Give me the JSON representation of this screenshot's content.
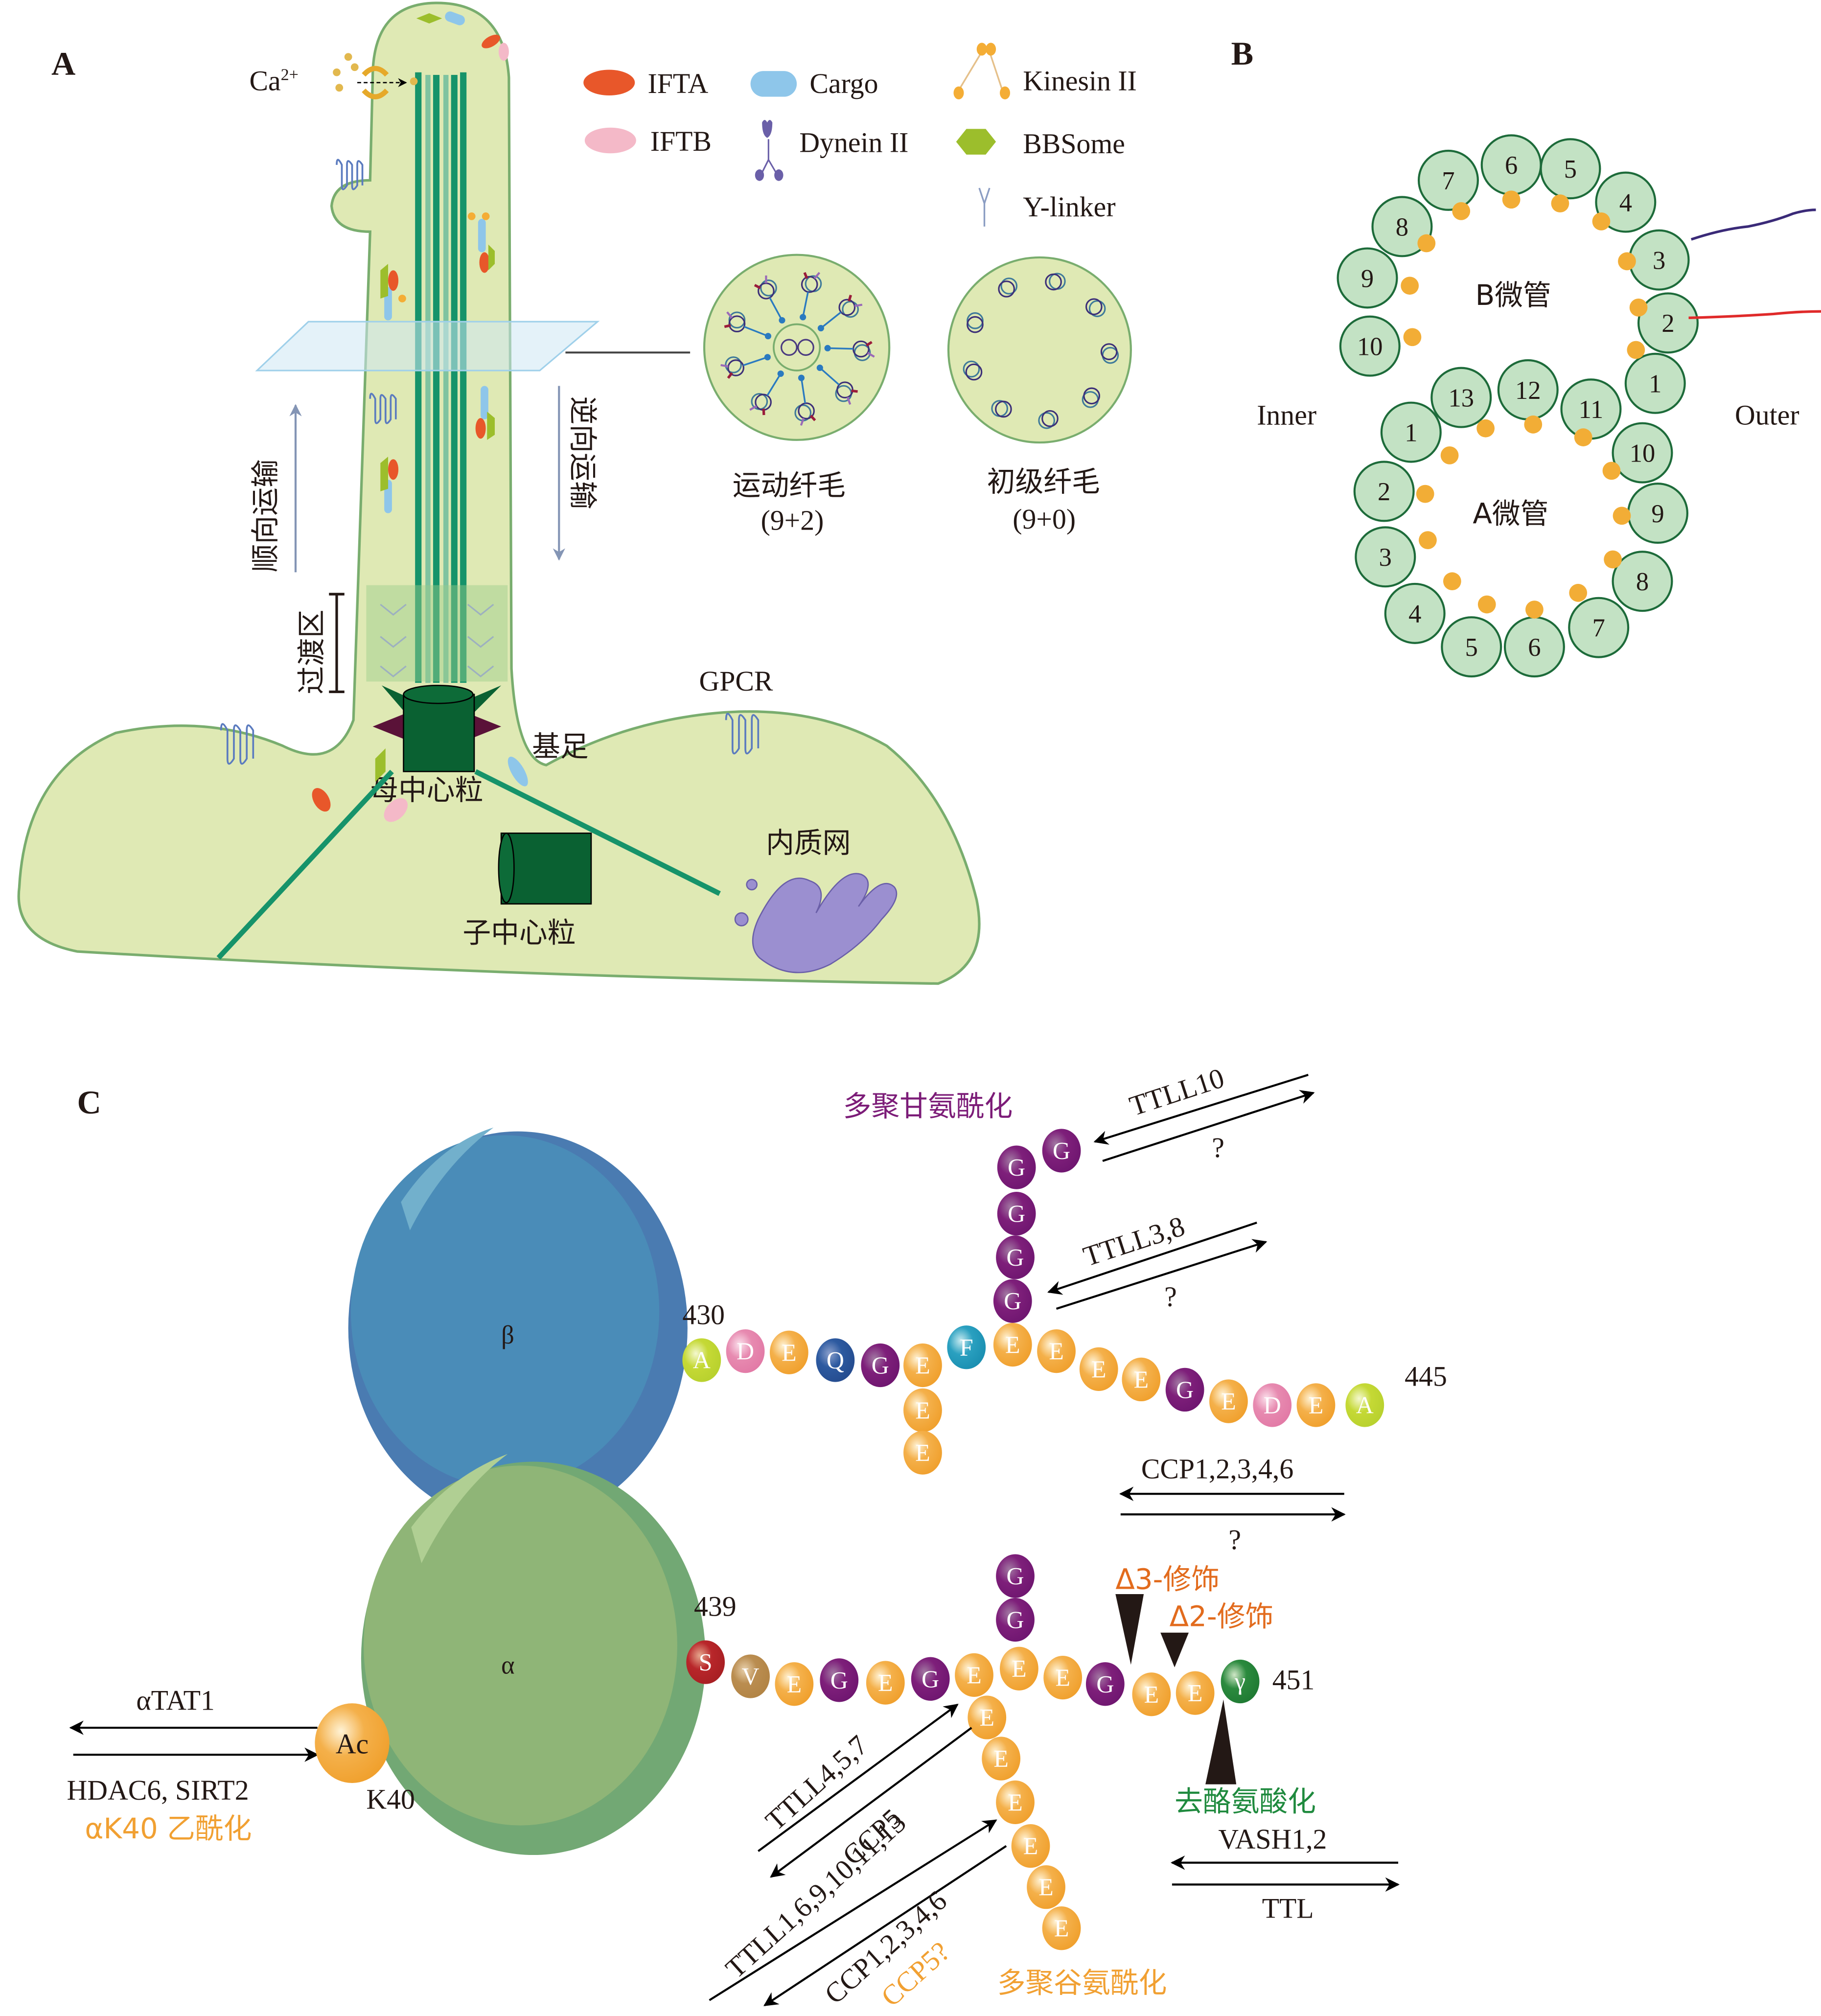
{
  "panels": {
    "A": {
      "label": "A",
      "calcium_label": "Ca",
      "calcium_superscript": "2+",
      "legend": [
        {
          "key": "ifta",
          "label": "IFTA",
          "color": "#e8572a",
          "icon": "red-ellipse"
        },
        {
          "key": "cargo",
          "label": "Cargo",
          "color": "#8ec6ea",
          "icon": "blue-rounded-rect"
        },
        {
          "key": "kinesin",
          "label": "Kinesin II",
          "color": "#f4ad35",
          "icon": "kinesin-motor"
        },
        {
          "key": "iftb",
          "label": "IFTB",
          "color": "#f4b9c8",
          "icon": "pink-ellipse"
        },
        {
          "key": "dynein",
          "label": "Dynein II",
          "color": "#6a5fa8",
          "icon": "dynein-motor"
        },
        {
          "key": "bbsome",
          "label": "BBSome",
          "color": "#9cbe2c",
          "icon": "green-hexagon"
        },
        {
          "key": "ylinker",
          "label": "Y-linker",
          "color": "#8b9dc3",
          "icon": "y-linker"
        }
      ],
      "anterograde_label": "顺向运输",
      "retrograde_label": "逆向运输",
      "transition_zone_label": "过渡区",
      "basal_body_label": "基足",
      "mother_centriole_label": "母中心粒",
      "daughter_centriole_label": "子中心粒",
      "gpcr_label": "GPCR",
      "er_label": "内质网",
      "cross_sections": [
        {
          "title": "运动纤毛",
          "subtitle": "(9+2)"
        },
        {
          "title": "初级纤毛",
          "subtitle": "(9+0)"
        }
      ]
    },
    "B": {
      "label": "B",
      "inner_label": "Inner",
      "outer_label": "Outer",
      "b_tubule_label": "B微管",
      "a_tubule_label": "A微管",
      "b_protofilaments": [
        "1",
        "2",
        "3",
        "4",
        "5",
        "6",
        "7",
        "8",
        "9",
        "10"
      ],
      "a_protofilaments": [
        "1",
        "2",
        "3",
        "4",
        "5",
        "6",
        "7",
        "8",
        "9",
        "10",
        "11",
        "12",
        "13"
      ]
    },
    "C": {
      "label": "C",
      "beta_label": "β",
      "alpha_label": "α",
      "beta_start": "430",
      "beta_end": "445",
      "alpha_start": "439",
      "alpha_end": "451",
      "beta_main_chain": [
        "A",
        "D",
        "E",
        "Q",
        "G",
        "E",
        "F",
        "E",
        "E",
        "E",
        "E",
        "G",
        "E",
        "D",
        "E",
        "A"
      ],
      "beta_branch_down": [
        "E",
        "E"
      ],
      "beta_branch_up": [
        "G",
        "G",
        "G",
        "G",
        "G"
      ],
      "alpha_main_chain": [
        "S",
        "V",
        "E",
        "G",
        "E",
        "G",
        "E",
        "E",
        "E",
        "G",
        "E",
        "E",
        "γ"
      ],
      "alpha_branch_up": [
        "G",
        "G"
      ],
      "alpha_branch_down": [
        "E",
        "E",
        "E",
        "E",
        "E",
        "E"
      ],
      "polyglycylation_label": "多聚甘氨酰化",
      "polyglutamylation_label": "多聚谷氨酰化",
      "detyrosination_label": "去酪氨酸化",
      "delta3_label": "Δ3-修饰",
      "delta2_label": "Δ2-修饰",
      "acetyl_label": "Ac",
      "k40_label": "K40",
      "acetylation_label": "αK40 乙酰化",
      "enzymes": {
        "ttll10": "TTLL10",
        "ttll10_reverse": "?",
        "ttll38": "TTLL3,8",
        "ttll38_reverse": "?",
        "ccp_beta": "CCP1,2,3,4,6",
        "ccp_beta_reverse": "?",
        "atat1": "αTAT1",
        "hdac": "HDAC6, SIRT2",
        "ttll457": "TTLL4,5,7",
        "ccp5": "CCP5",
        "ttll_long": "TTLL1,6,9,10,11,13",
        "ccp_alpha": "CCP1,2,3,4,6",
        "ccp5_q": "CCP5?",
        "vash": "VASH1,2",
        "ttl": "TTL"
      }
    }
  },
  "colors": {
    "cell_fill": "#dfe9b4",
    "cell_stroke": "#79ad6e",
    "microtubule": "#16936a",
    "centriole": "#0a6132",
    "beta_tubulin": "#4a8cb8",
    "alpha_tubulin": "#8fb577",
    "glu": "#f2a531",
    "gly": "#7c1c78",
    "protofilament": "#c3e2c4",
    "protofilament_stroke": "#1d6b3a",
    "mt_dot": "#f2ad36",
    "purple_text": "#7c1c78",
    "orange_text": "#f1a032",
    "dark_orange_text": "#e26b1d",
    "green_text": "#1f8a3e"
  }
}
